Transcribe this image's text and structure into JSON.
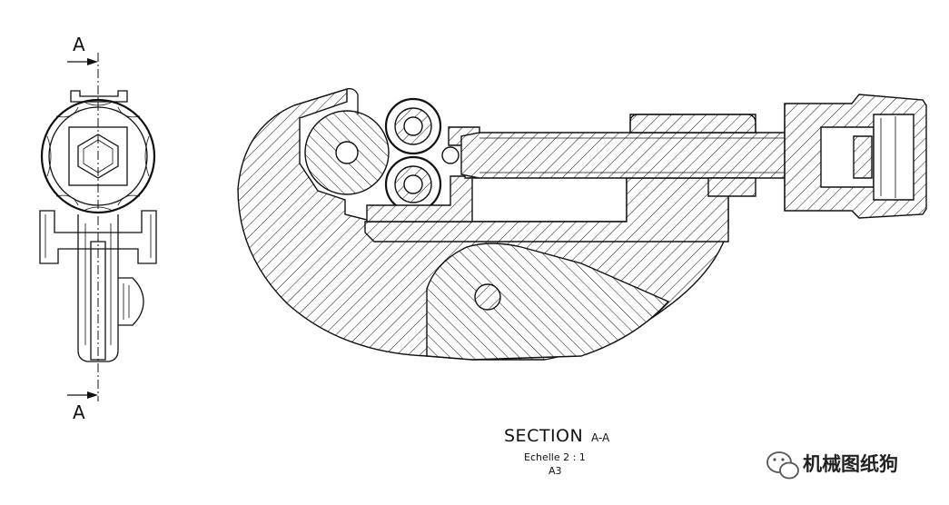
{
  "section_marker": {
    "top_letter": "A",
    "bottom_letter": "A"
  },
  "caption": {
    "title": "SECTION",
    "title_suffix": "A-A",
    "scale": "Echelle 2 : 1",
    "sheet": "A3"
  },
  "watermark": {
    "text": "机械图纸狗",
    "icon": "wechat-icon"
  },
  "colors": {
    "line": "#111111",
    "background": "#ffffff"
  }
}
